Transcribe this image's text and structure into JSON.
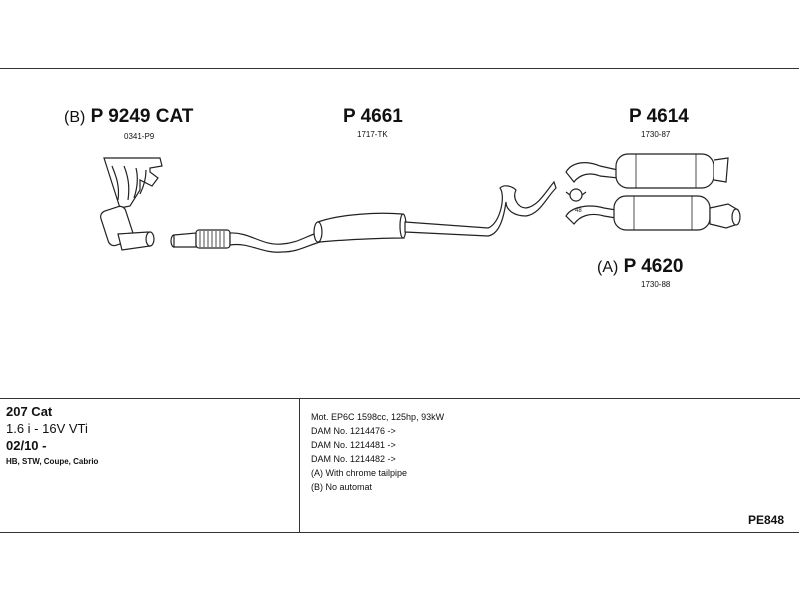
{
  "parts": [
    {
      "prefix": "(B)",
      "number": "P 9249 CAT",
      "code": "0341-P9"
    },
    {
      "prefix": "",
      "number": "P 4661",
      "code": "1717-TK"
    },
    {
      "prefix": "",
      "number": "P 4614",
      "code": "1730-87"
    },
    {
      "prefix": "(A)",
      "number": "P 4620",
      "code": "1730-88"
    }
  ],
  "clamp_label": "48",
  "vehicle": {
    "model": "207 Cat",
    "engine": "1.6 i - 16V VTi",
    "date": "02/10 -",
    "bodies": "HB, STW, Coupe, Cabrio"
  },
  "notes": [
    "Mot. EP6C 1598cc, 125hp, 93kW",
    "DAM No. 1214476 ->",
    "DAM No. 1214481 ->",
    "DAM No. 1214482 ->",
    "(A) With chrome tailpipe",
    "(B) No automat"
  ],
  "reference": "PE848"
}
